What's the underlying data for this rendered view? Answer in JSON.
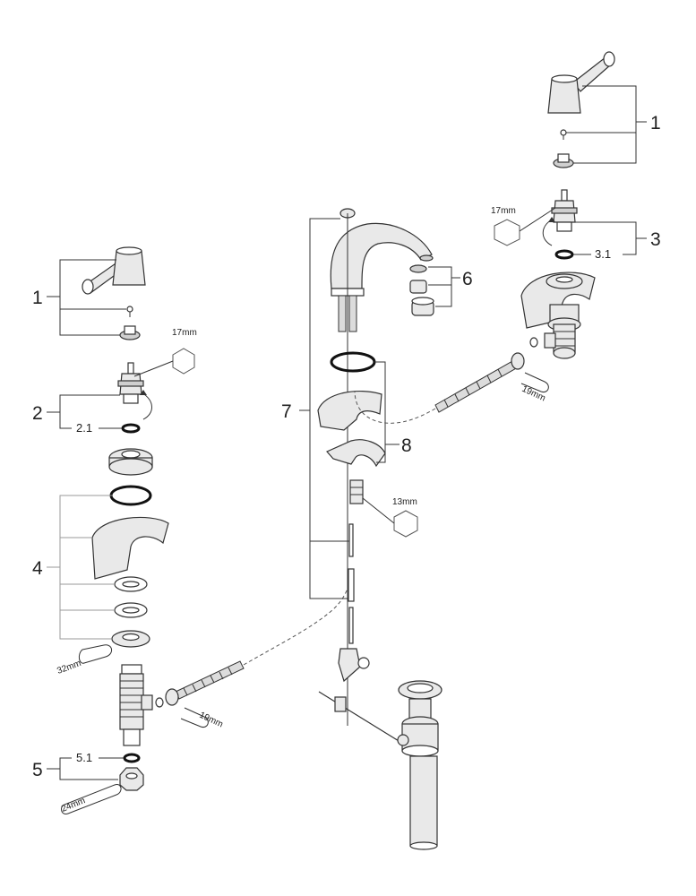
{
  "callouts": {
    "c1_left": "1",
    "c1_right": "1",
    "c2": "2",
    "c2_1": "2.1",
    "c3": "3",
    "c3_1": "3.1",
    "c4": "4",
    "c5": "5",
    "c5_1": "5.1",
    "c6": "6",
    "c7": "7",
    "c8": "8"
  },
  "tools": {
    "hex_17_left": "17mm",
    "hex_17_right": "17mm",
    "hex_13": "13mm",
    "wrench_32": "32mm",
    "wrench_19_left": "19mm",
    "wrench_19_right": "19mm",
    "wrench_24": "24mm"
  }
}
